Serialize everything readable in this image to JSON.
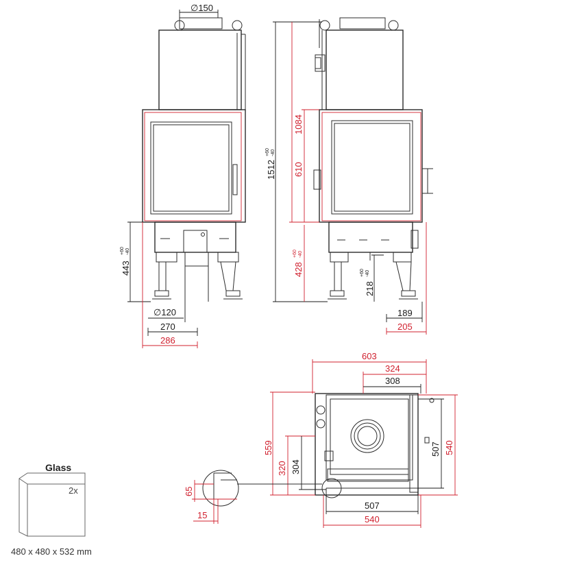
{
  "front_view": {
    "flue_diameter": "∅150",
    "height_legs": "443",
    "height_legs_tol_plus": "+60",
    "height_legs_tol_minus": "-40",
    "air_diameter": "∅120",
    "width_270": "270",
    "width_286": "286"
  },
  "side_view": {
    "total_height": "1512",
    "total_height_tol_plus": "+60",
    "total_height_tol_minus": "-40",
    "height_1084": "1084",
    "height_610": "610",
    "height_428": "428",
    "height_428_tol_plus": "+60",
    "height_428_tol_minus": "-40",
    "height_218": "218",
    "height_218_tol_plus": "+60",
    "height_218_tol_minus": "-40",
    "width_189": "189",
    "width_205": "205"
  },
  "top_view": {
    "width_603": "603",
    "width_324": "324",
    "width_308": "308",
    "depth_559": "559",
    "depth_320": "320",
    "depth_304": "304",
    "depth_507": "507",
    "depth_540": "540",
    "width_507": "507",
    "width_540": "540",
    "detail_65": "65",
    "detail_15": "15"
  },
  "glass": {
    "title": "Glass",
    "count": "2x",
    "size": "480 x 480 x 532 mm"
  },
  "colors": {
    "dimension_red": "#d0202e",
    "dimension_black": "#1a1a1a",
    "outline": "#2b2b2b"
  }
}
